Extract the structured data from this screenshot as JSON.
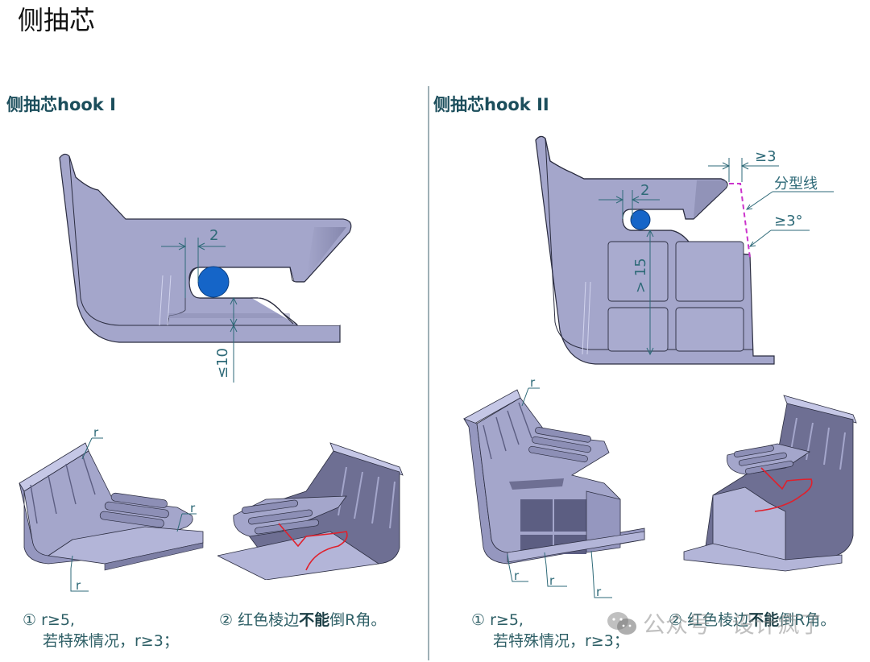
{
  "page": {
    "title": "侧抽芯"
  },
  "sections": [
    {
      "title": "侧抽芯hook I",
      "dimensions": {
        "gap": "2",
        "height": "≤10"
      },
      "radius_label": "r",
      "notes": {
        "note1_num": "①",
        "note1_line1": "r≥5,",
        "note1_line2": "若特殊情况，r≥3；",
        "note2_num": "②",
        "note2_pre": "红色棱边",
        "note2_bold": "不能",
        "note2_post": "倒R角。"
      }
    },
    {
      "title": "侧抽芯hook II",
      "dimensions": {
        "gap": "2",
        "height": "> 15",
        "offset": "≥3",
        "parting_line": "分型线",
        "angle": "≥3°"
      },
      "radius_label": "r",
      "notes": {
        "note1_num": "①",
        "note1_line1": "r≥5,",
        "note1_line2": "若特殊情况，r≥3；",
        "note2_num": "②",
        "note2_pre": "红色棱边",
        "note2_bold": "不能",
        "note2_post": "倒R角。"
      }
    }
  ],
  "colors": {
    "part_fill": "#a4a6cb",
    "part_dark": "#6e6f93",
    "part_light": "#c5c7e6",
    "outline": "#2b2d40",
    "pin": "#1565c8",
    "dim_line": "#2e6a78",
    "parting_line": "#cc33cc",
    "red_edge": "#e0202c",
    "title_color": "#1c4e5c"
  },
  "watermark": {
    "text": "公众号 · 设计疯了"
  }
}
